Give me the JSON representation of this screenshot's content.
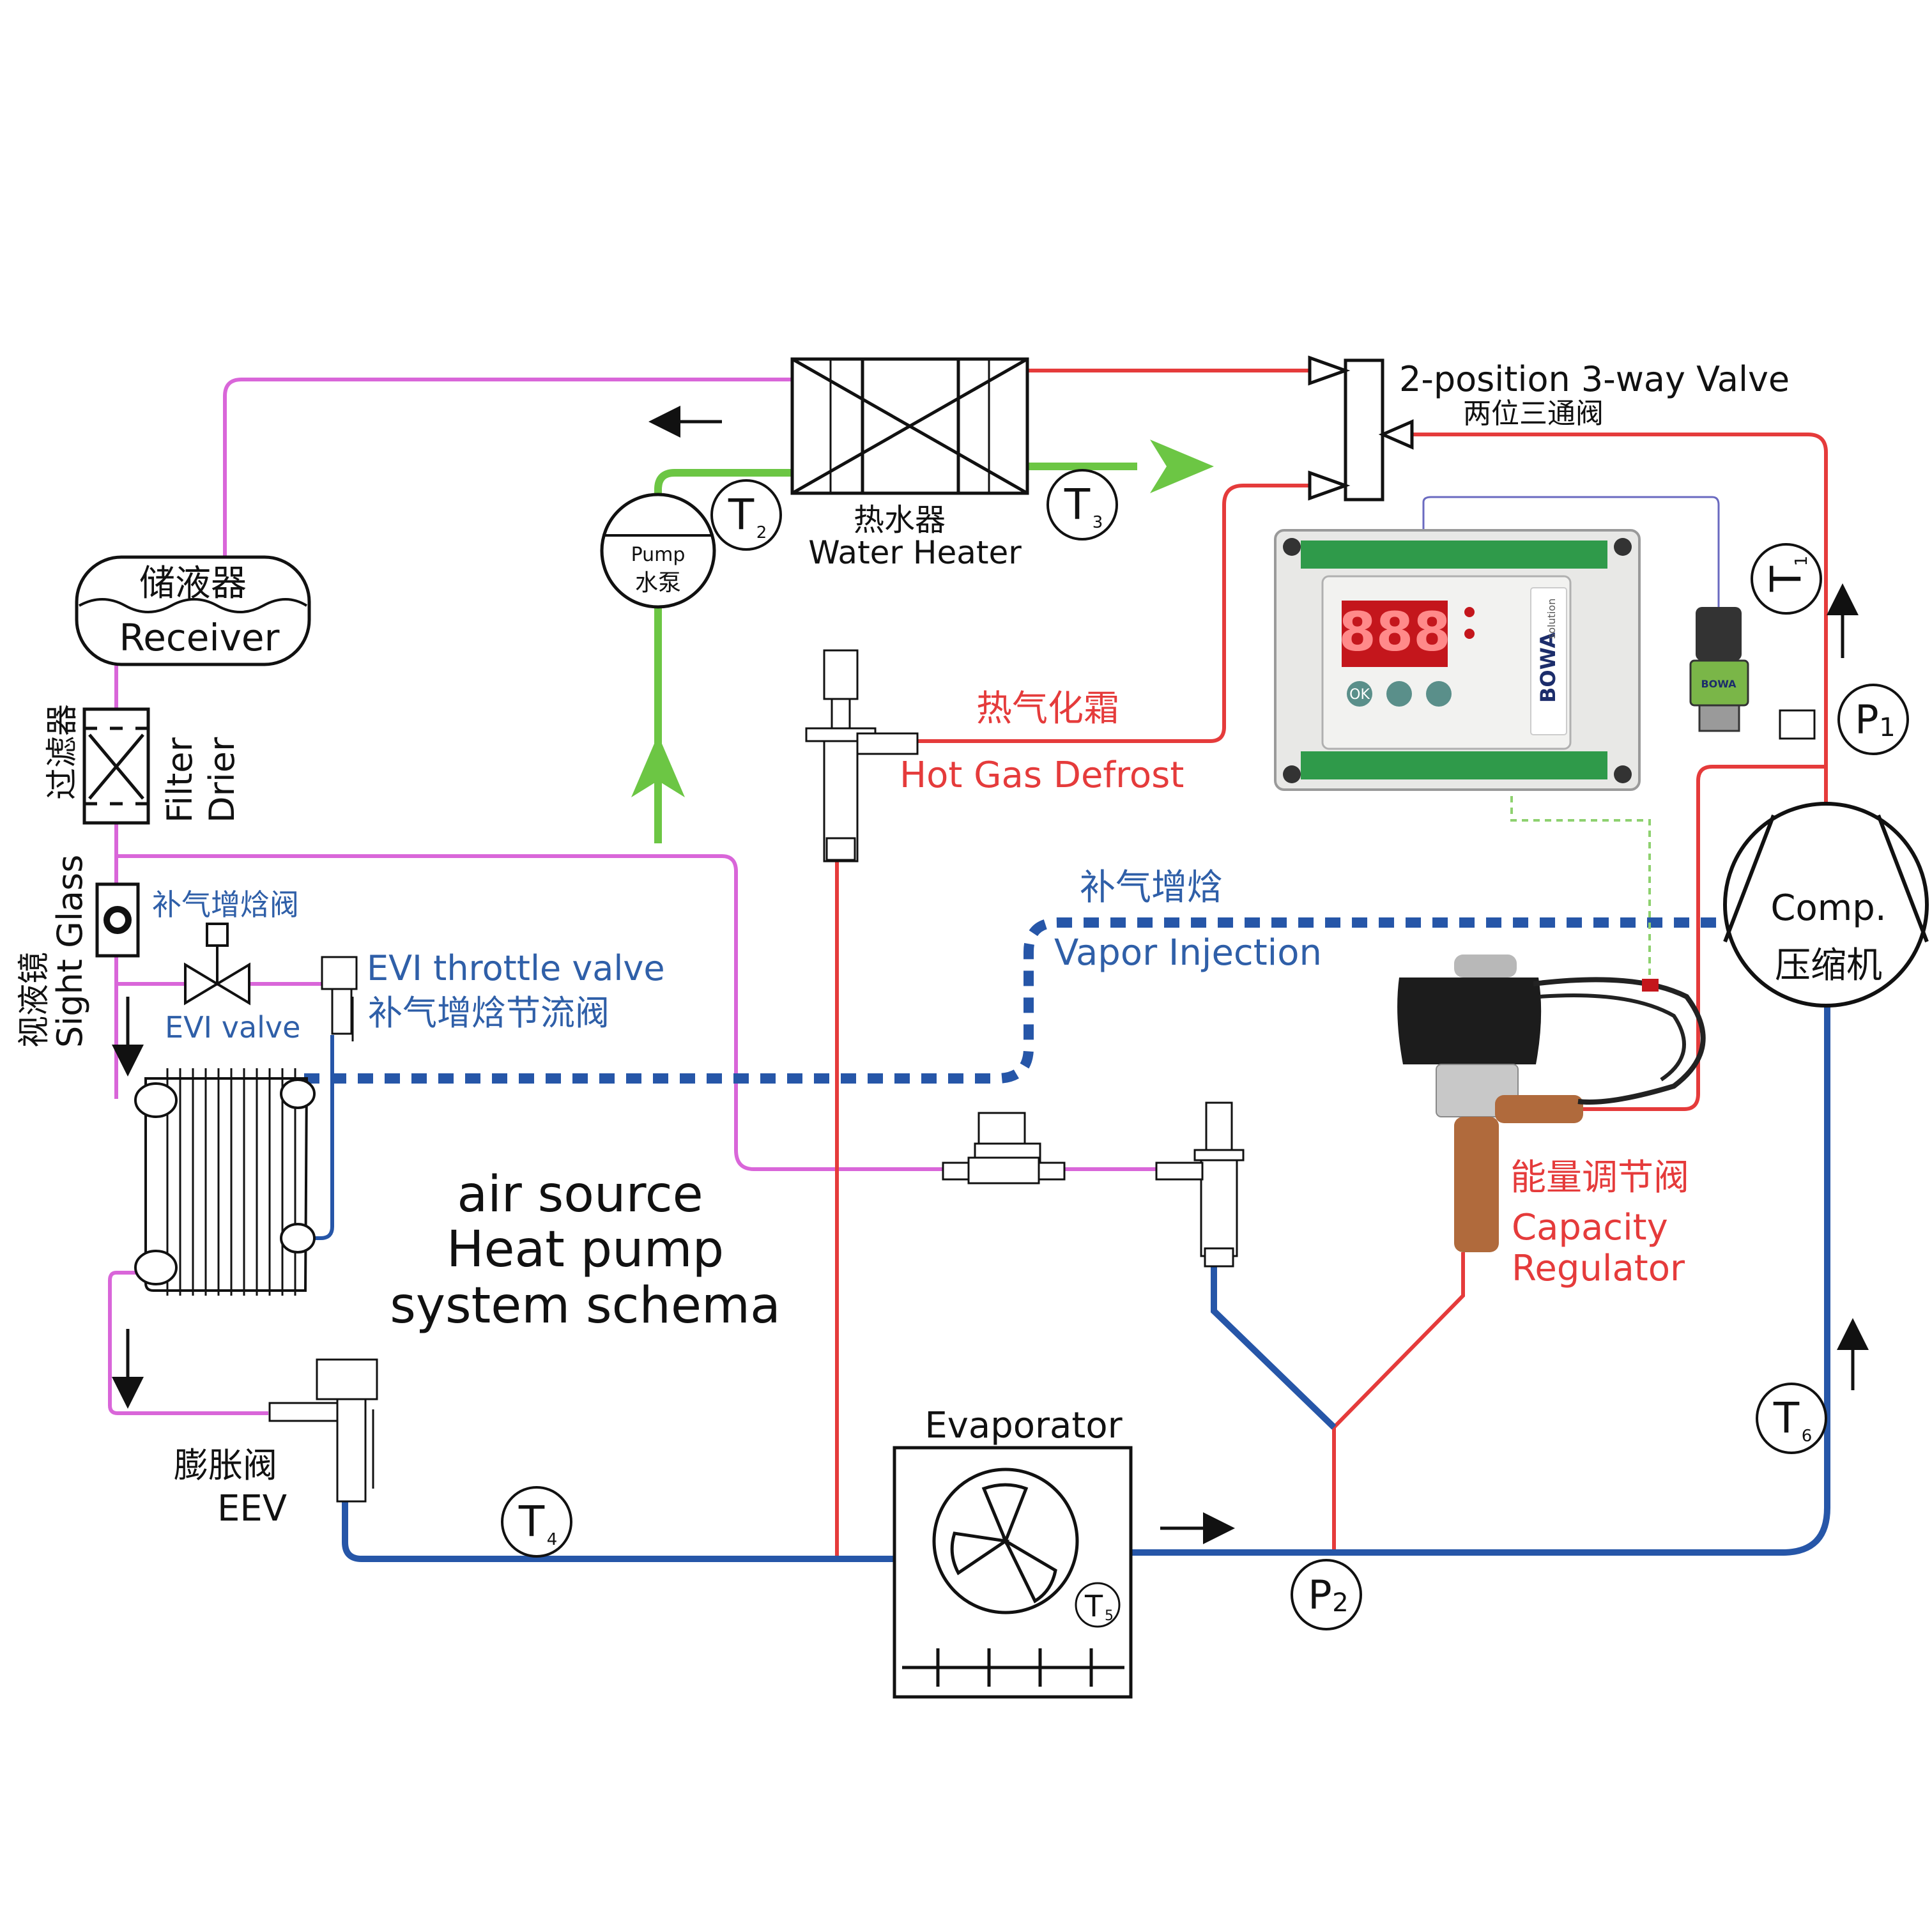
{
  "colors": {
    "liquid_line": "#d966d9",
    "hot_gas": "#e53b3b",
    "suction": "#2656a8",
    "water": "#6cc644",
    "signal": "#8ed16f",
    "outline": "#111111",
    "label_blue": "#2f5fa8",
    "label_red": "#e53b3b"
  },
  "title": {
    "line1": "air source",
    "line2": "Heat pump",
    "line3": "system schema"
  },
  "components": {
    "three_way_valve": {
      "en": "2-position 3-way Valve",
      "cn": "两位三通阀"
    },
    "water_heater": {
      "cn": "热水器",
      "en": "Water Heater"
    },
    "pump": {
      "en": "Pump",
      "cn": "水泵"
    },
    "receiver": {
      "cn": "储液器",
      "en": "Receiver"
    },
    "filter_drier": {
      "cn": "过滤器",
      "en1": "Filter",
      "en2": "Drier"
    },
    "sight_glass": {
      "cn": "视液镜",
      "en": "Sight Glass"
    },
    "evi_valve": {
      "cn": "补气增焓阀",
      "en": "EVI valve"
    },
    "evi_throttle": {
      "en": "EVI throttle valve",
      "cn": "补气增焓节流阀"
    },
    "hot_gas_defrost": {
      "cn": "热气化霜",
      "en": "Hot Gas Defrost"
    },
    "vapor_injection": {
      "cn": "补气增焓",
      "en": "Vapor Injection"
    },
    "compressor": {
      "en": "Comp.",
      "cn": "压缩机"
    },
    "capacity_regulator": {
      "cn": "能量调节阀",
      "en1": "Capacity",
      "en2": "Regulator"
    },
    "eev": {
      "cn": "膨胀阀",
      "en": "EEV"
    },
    "evaporator": {
      "en": "Evaporator"
    },
    "controller": {
      "brand": "BOWA",
      "tag": "solution",
      "display": "888",
      "ok": "OK"
    }
  },
  "sensors": {
    "t1": {
      "letter": "T",
      "sub": "1"
    },
    "t2": {
      "letter": "T",
      "sub": "2"
    },
    "t3": {
      "letter": "T",
      "sub": "3"
    },
    "t4": {
      "letter": "T",
      "sub": "4"
    },
    "t5": {
      "letter": "T",
      "sub": "5"
    },
    "t6": {
      "letter": "T",
      "sub": "6"
    },
    "p1": {
      "letter": "P",
      "sub": "1"
    },
    "p2": {
      "letter": "P",
      "sub": "2"
    }
  },
  "flow_arrows": {
    "glyph_left": "←",
    "glyph_right": "→",
    "glyph_up": "↑",
    "glyph_down": "↓"
  }
}
